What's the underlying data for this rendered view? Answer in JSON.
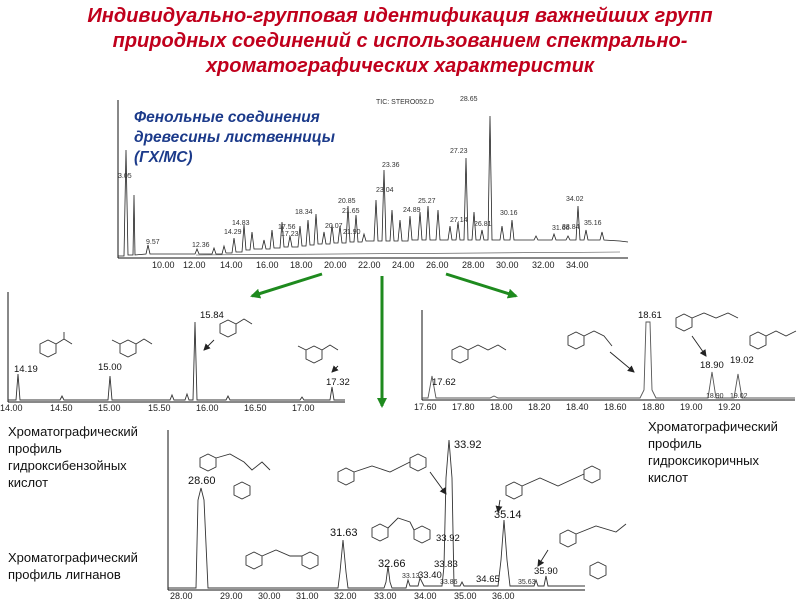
{
  "header": {
    "title_lines": [
      "Индивидуально-групповая идентификация важнейших групп",
      "природных соединений с использованием спектрально-",
      "хроматографических характеристик"
    ]
  },
  "main_chrom": {
    "label_lines": [
      "Фенольные соединения",
      "древесины лиственницы",
      "(ГХ/МС)"
    ],
    "tic_label": "TIC: STERO052.D",
    "ticks": [
      "10.00",
      "12.00",
      "14.00",
      "16.00",
      "18.00",
      "20.00",
      "22.00",
      "24.00",
      "26.00",
      "28.00",
      "30.00",
      "32.00",
      "34.00"
    ],
    "peaks": [
      "3.05",
      "9.57",
      "12.36",
      "14.29",
      "14.83",
      "17.56",
      "18.34",
      "17.23",
      "20.07",
      "20.85",
      "21.65",
      "21.90",
      "23.04",
      "23.36",
      "25.27",
      "24.89",
      "27.14",
      "26.81",
      "27.23",
      "28.65",
      "30.16",
      "31.66",
      "33.84",
      "34.02",
      "35.16"
    ]
  },
  "left_chrom": {
    "ticks": [
      "14.00",
      "14.50",
      "15.00",
      "15.50",
      "16.00",
      "16.50",
      "17.00"
    ],
    "peaks": [
      "14.19",
      "15.00",
      "15.84",
      "17.32"
    ],
    "caption_lines": [
      "Хроматографический",
      "профиль",
      "гидроксибензойных",
      "кислот"
    ]
  },
  "right_chrom": {
    "ticks": [
      "17.60",
      "17.80",
      "18.00",
      "18.20",
      "18.40",
      "18.60",
      "18.80",
      "19.00",
      "19.20"
    ],
    "peaks": [
      "17.62",
      "18.61",
      "18.90",
      "19.02"
    ],
    "small_peaks": [
      "18.90",
      "19.02"
    ],
    "caption_lines": [
      "Хроматографический",
      "профиль",
      "гидроксикоричных",
      "кислот"
    ]
  },
  "bottom_chrom": {
    "ticks": [
      "28.00",
      "29.00",
      "30.00",
      "31.00",
      "32.00",
      "33.00",
      "34.00",
      "35.00",
      "36.00"
    ],
    "peaks": [
      "28.60",
      "31.63",
      "32.66",
      "33.13",
      "33.40",
      "33.83",
      "33.92",
      "33.92",
      "34.65",
      "35.14",
      "35.63",
      "35.90"
    ],
    "small_peaks": [
      "33.86"
    ],
    "caption_lines": [
      "Хроматографический",
      "профиль лигнанов"
    ]
  },
  "colors": {
    "title": "#c0001c",
    "label": "#1b3a8a",
    "arrow": "#1e8a1e"
  }
}
